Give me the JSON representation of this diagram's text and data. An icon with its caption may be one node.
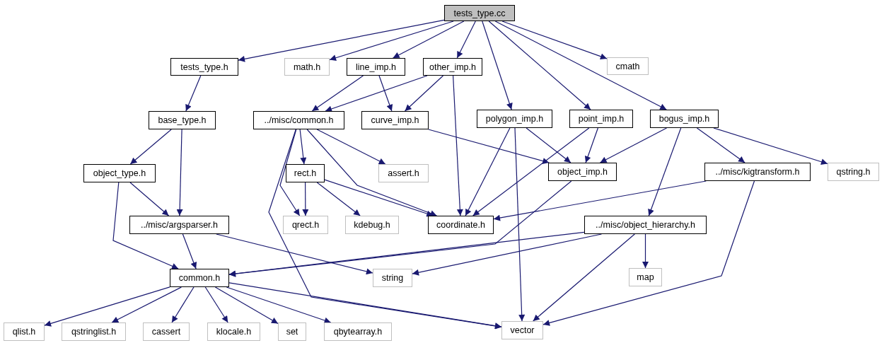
{
  "diagram": {
    "nodes": [
      {
        "text": [
          "tests_type.cc"
        ]
      },
      {
        "text": [
          "tests_type.h"
        ]
      },
      {
        "text": [
          "math.h"
        ]
      },
      {
        "text": [
          "line_imp.h"
        ]
      },
      {
        "text": [
          "other_imp.h"
        ]
      },
      {
        "text": [
          "cmath"
        ]
      },
      {
        "text": [
          "base_type.h"
        ]
      },
      {
        "text": [
          "../misc/common.h"
        ]
      },
      {
        "text": [
          "curve_imp.h"
        ]
      },
      {
        "text": [
          "polygon_imp.h"
        ]
      },
      {
        "text": [
          "point_imp.h"
        ]
      },
      {
        "text": [
          "bogus_imp.h"
        ]
      },
      {
        "text": [
          "object_type.h"
        ]
      },
      {
        "text": [
          "rect.h"
        ]
      },
      {
        "text": [
          "assert.h"
        ]
      },
      {
        "text": [
          "object_imp.h"
        ]
      },
      {
        "text": [
          "../misc/kigtransform.h"
        ]
      },
      {
        "text": [
          "qstring.h"
        ]
      },
      {
        "text": [
          "../misc/argsparser.h"
        ]
      },
      {
        "text": [
          "qrect.h"
        ]
      },
      {
        "text": [
          "kdebug.h"
        ]
      },
      {
        "text": [
          "coordinate.h"
        ]
      },
      {
        "text": [
          "../misc/object_hierarchy.h"
        ]
      },
      {
        "text": [
          "map"
        ]
      },
      {
        "text": [
          "common.h"
        ]
      },
      {
        "text": [
          "string"
        ]
      },
      {
        "text": [
          "qlist.h"
        ]
      },
      {
        "text": [
          "qstringlist.h"
        ]
      },
      {
        "text": [
          "cassert"
        ]
      },
      {
        "text": [
          "klocale.h"
        ]
      },
      {
        "text": [
          "set"
        ]
      },
      {
        "text": [
          "qbytearray.h"
        ]
      },
      {
        "text": [
          "vector"
        ]
      }
    ],
    "edges": [
      {
        "from": 0,
        "to": 1,
        "arrow": "to"
      },
      {
        "from": 0,
        "to": 2,
        "arrow": "to"
      },
      {
        "from": 0,
        "to": 3,
        "arrow": "to"
      },
      {
        "from": 0,
        "to": 4,
        "arrow": "to"
      },
      {
        "from": 0,
        "to": 9,
        "arrow": "to"
      },
      {
        "from": 0,
        "to": 10,
        "arrow": "to"
      },
      {
        "from": 0,
        "to": 11,
        "arrow": "to"
      },
      {
        "from": 0,
        "to": 5,
        "arrow": "to"
      },
      {
        "from": 1,
        "to": 6,
        "arrow": "to"
      },
      {
        "from": 3,
        "to": 7,
        "arrow": "to"
      },
      {
        "from": 3,
        "to": 8,
        "arrow": "to"
      },
      {
        "from": 4,
        "to": 7,
        "arrow": "to"
      },
      {
        "from": 4,
        "to": 8,
        "arrow": "to"
      },
      {
        "from": 4,
        "to": 21,
        "arrow": "to"
      },
      {
        "from": 6,
        "to": 12,
        "arrow": "to"
      },
      {
        "from": 6,
        "to": 18,
        "arrow": "to"
      },
      {
        "from": 7,
        "to": 13,
        "arrow": "to"
      },
      {
        "from": 7,
        "to": 14,
        "arrow": "to"
      },
      {
        "from": 7,
        "to": 19,
        "arrow": "to"
      },
      {
        "from": 7,
        "to": 21,
        "arrow": "to"
      },
      {
        "from": 7,
        "to": 32,
        "arrow": "to"
      },
      {
        "from": 8,
        "to": 15,
        "arrow": "to"
      },
      {
        "from": 9,
        "to": 15,
        "arrow": "to"
      },
      {
        "from": 9,
        "to": 21,
        "arrow": "to"
      },
      {
        "from": 9,
        "to": 32,
        "arrow": "to"
      },
      {
        "from": 10,
        "to": 15,
        "arrow": "to"
      },
      {
        "from": 10,
        "to": 21,
        "arrow": "to"
      },
      {
        "from": 11,
        "to": 15,
        "arrow": "to"
      },
      {
        "from": 11,
        "to": 16,
        "arrow": "to"
      },
      {
        "from": 11,
        "to": 17,
        "arrow": "to"
      },
      {
        "from": 11,
        "to": 22,
        "arrow": "to"
      },
      {
        "from": 12,
        "to": 18,
        "arrow": "to"
      },
      {
        "from": 12,
        "to": 24,
        "arrow": "to"
      },
      {
        "from": 13,
        "to": 19,
        "arrow": "to"
      },
      {
        "from": 13,
        "to": 20,
        "arrow": "to"
      },
      {
        "from": 13,
        "to": 21,
        "arrow": "to"
      },
      {
        "from": 15,
        "to": 24,
        "arrow": "to"
      },
      {
        "from": 16,
        "to": 21,
        "arrow": "to"
      },
      {
        "from": 16,
        "to": 32,
        "arrow": "to"
      },
      {
        "from": 18,
        "to": 24,
        "arrow": "to"
      },
      {
        "from": 18,
        "to": 25,
        "arrow": "to"
      },
      {
        "from": 22,
        "to": 24,
        "arrow": "to"
      },
      {
        "from": 22,
        "to": 25,
        "arrow": "to"
      },
      {
        "from": 22,
        "to": 23,
        "arrow": "to"
      },
      {
        "from": 22,
        "to": 32,
        "arrow": "to"
      },
      {
        "from": 24,
        "to": 26,
        "arrow": "to"
      },
      {
        "from": 24,
        "to": 27,
        "arrow": "to"
      },
      {
        "from": 24,
        "to": 28,
        "arrow": "to"
      },
      {
        "from": 24,
        "to": 29,
        "arrow": "to"
      },
      {
        "from": 24,
        "to": 30,
        "arrow": "to"
      },
      {
        "from": 24,
        "to": 31,
        "arrow": "to"
      },
      {
        "from": 24,
        "to": 32,
        "arrow": "to"
      }
    ]
  }
}
